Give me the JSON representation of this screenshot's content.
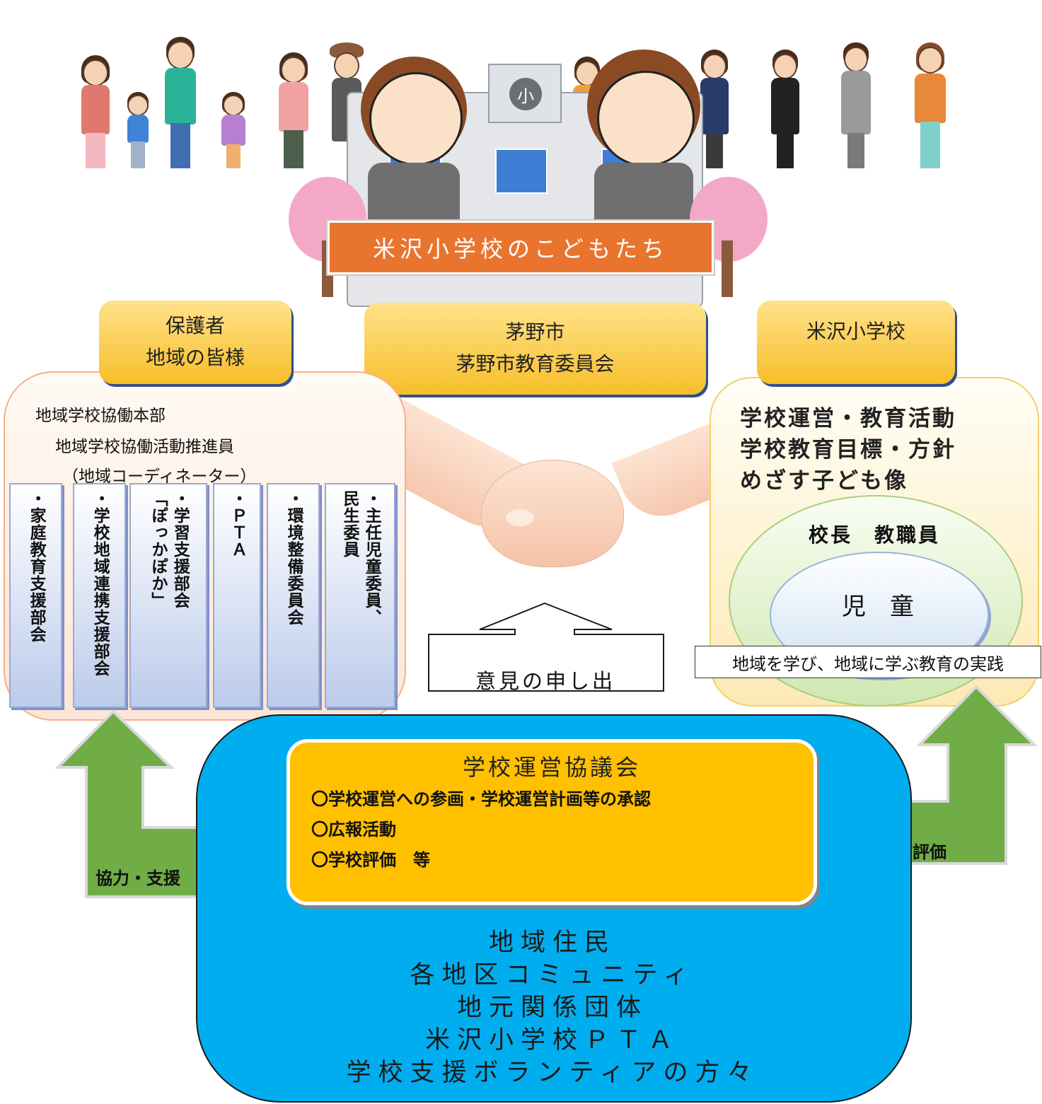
{
  "banner": {
    "title": "米沢小学校のこどもたち"
  },
  "school_sign": "小",
  "headers": {
    "guardians": {
      "line1": "保護者",
      "line2": "地域の皆様"
    },
    "city": {
      "line1": "茅野市",
      "line2": "茅野市教育委員会"
    },
    "school": {
      "line1": "米沢小学校"
    }
  },
  "left_panel": {
    "hq": "地域学校協働本部",
    "promoter": "地域学校協働活動推進員",
    "coordinator": "（地域コーディネーター）",
    "groups": [
      {
        "line1": "・家庭教育支援部会"
      },
      {
        "line1": "・学校地域連携支援部会"
      },
      {
        "line1": "・学習支援部会",
        "line2": "「ぽっかぽか」"
      },
      {
        "line1": "・ＰＴＡ"
      },
      {
        "line1": "・環境整備委員会"
      },
      {
        "line1": "・主任児童委員、",
        "line2": "民生委員"
      }
    ]
  },
  "right_panel": {
    "lines": [
      "学校運営・教育活動",
      "学校教育目標・方針",
      "めざす子ども像"
    ],
    "staff": "校長　教職員",
    "children": "児　童",
    "practice": "地域を学び、地域に学ぶ教育の実践"
  },
  "opinion": "意見の申し出",
  "council": {
    "title": "学校運営協議会",
    "items": [
      "〇学校運営への参画・学校運営計画等の承認",
      "〇広報活動",
      "〇学校評価　等"
    ]
  },
  "members": [
    "地域住民",
    "各地区コミュニティ",
    "地元関係団体",
    "米沢小学校ＰＴＡ",
    "学校支援ボランティアの方々"
  ],
  "arrows": {
    "support": "協力・支援",
    "approval": "承認・評価"
  },
  "colors": {
    "banner": "#e9742e",
    "header_pill": "#f7be2a",
    "blue_panel": "#00aeef",
    "council": "#ffc000",
    "arrow_green": "#70ad47"
  }
}
